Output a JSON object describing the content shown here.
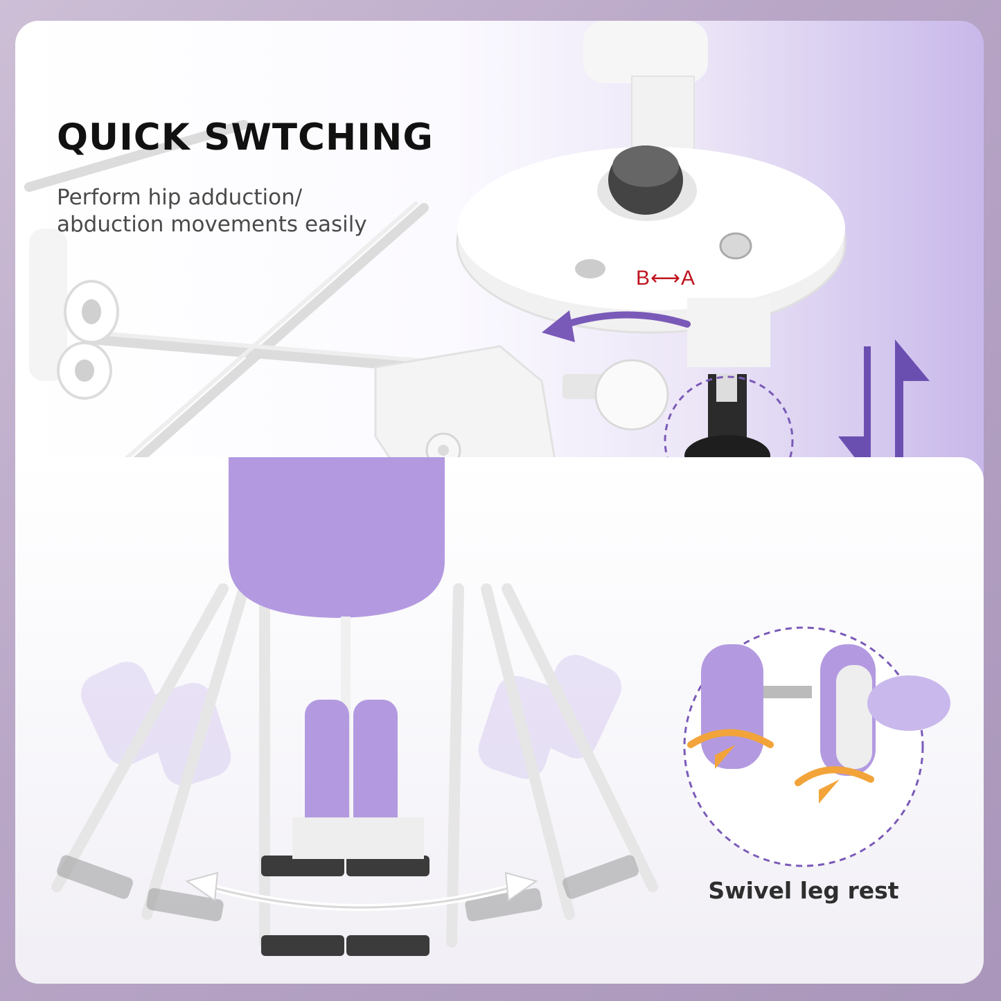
{
  "headline": {
    "title": "QUICK SWTCHING",
    "subtitle_line1": "Perform hip adduction/",
    "subtitle_line2": "abduction movements easily"
  },
  "top_photo": {
    "dial_label": "B⟷A"
  },
  "bottom_photo": {
    "caption": "Swivel leg rest"
  },
  "colors": {
    "accent_purple": "#7a5ab8",
    "pad_lavender": "#b39ae0",
    "arrow_orange": "#f2a43a"
  },
  "icons": [
    "rotate-arrow-icon",
    "up-down-arrows-icon",
    "left-right-arrow-icon",
    "swivel-arrow-icon"
  ]
}
